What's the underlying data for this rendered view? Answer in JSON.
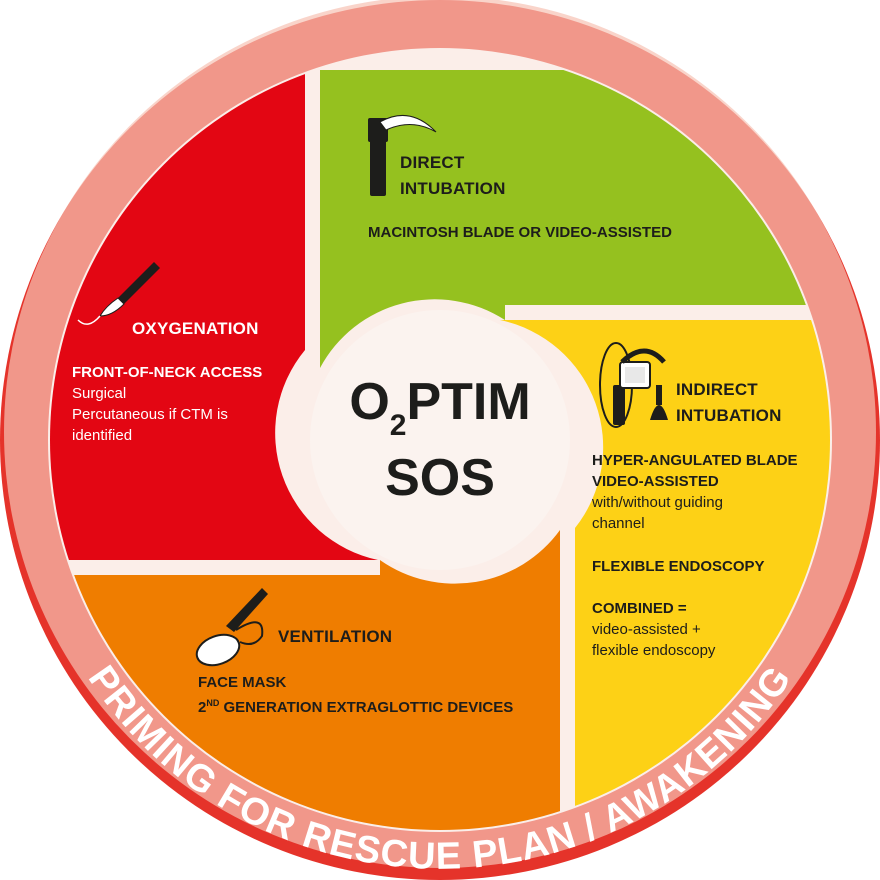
{
  "colors": {
    "ring_outer": "#e5332a",
    "ring_inner": "#fbeee9",
    "red": "#e30613",
    "green": "#95c11f",
    "yellow": "#fdd116",
    "orange": "#ef7d00",
    "center": "#fbf3ef",
    "ink": "#1d1d1b",
    "white": "#ffffff"
  },
  "center": {
    "o": "O",
    "sub": "2",
    "ptim": "PTIM",
    "sos": "SOS"
  },
  "ring_text": "PRIMING FOR RESCUE PLAN / AWAKENING",
  "direct": {
    "icon": "laryngoscope-icon",
    "title_line1": "DIRECT",
    "title_line2": "INTUBATION",
    "body": "MACINTOSH BLADE OR VIDEO-ASSISTED"
  },
  "indirect": {
    "icon": "video-laryngoscope-icon",
    "title_line1": "INDIRECT",
    "title_line2": "INTUBATION",
    "items": {
      "hyper_title": "HYPER-ANGULATED BLADE",
      "video_title": "VIDEO-ASSISTED",
      "guiding_1": "with/without guiding",
      "guiding_2": "channel",
      "flex": "FLEXIBLE ENDOSCOPY",
      "combined": "COMBINED =",
      "combined_1": "video-assisted +",
      "combined_2": "flexible endoscopy"
    }
  },
  "oxygenation": {
    "icon": "scalpel-icon",
    "title": "OXYGENATION",
    "fona": "FRONT-OF-NECK ACCESS",
    "surgical": "Surgical",
    "percut_1": "Percutaneous if CTM is",
    "percut_2": "identified"
  },
  "ventilation": {
    "icon": "face-mask-icon",
    "title": "VENTILATION",
    "line1": "FACE MASK",
    "line2_prefix": "2",
    "line2_sup": "ND",
    "line2_rest": " GENERATION EXTRAGLOTTIC DEVICES"
  }
}
